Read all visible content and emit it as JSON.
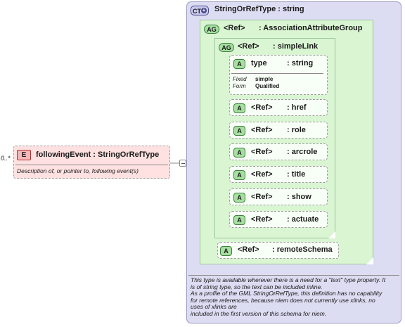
{
  "complex_type": {
    "badge": "CT",
    "name": "StringOrRefType",
    "type_sep": " : ",
    "type": "string"
  },
  "element": {
    "badge": "E",
    "cardinality": "0..*",
    "name": "followingEvent",
    "type_sep": " : ",
    "type": "StringOrRefType",
    "documentation": "Description of, or pointer to, following event(s)"
  },
  "attribute_group_outer": {
    "badge": "AG",
    "ref": "<Ref>",
    "name": ": AssociationAttributeGroup"
  },
  "attribute_group_inner": {
    "badge": "AG",
    "ref": "<Ref>",
    "name": ": simpleLink"
  },
  "type_attribute": {
    "badge": "A",
    "name": "type",
    "type": ": string",
    "fixed_label": "Fixed",
    "fixed_value": "simple",
    "form_label": "Form",
    "form_value": "Qualified"
  },
  "ref_attributes": [
    {
      "badge": "A",
      "ref": "<Ref>",
      "name": ": href"
    },
    {
      "badge": "A",
      "ref": "<Ref>",
      "name": ": role"
    },
    {
      "badge": "A",
      "ref": "<Ref>",
      "name": ": arcrole"
    },
    {
      "badge": "A",
      "ref": "<Ref>",
      "name": ": title"
    },
    {
      "badge": "A",
      "ref": "<Ref>",
      "name": ": show"
    },
    {
      "badge": "A",
      "ref": "<Ref>",
      "name": ": actuate"
    }
  ],
  "remote_schema": {
    "badge": "A",
    "ref": "<Ref>",
    "name": ": remoteSchema"
  },
  "ct_documentation": [
    "This type is available wherever there is a need for a \"text\" type property. It",
    "is of string type, so the text can be included inline.",
    "As a profile of the GML StringOrRefType, this definition has no capability",
    "for remote references, because niem does not currently use xlinks, no",
    "uses of xlinks are",
    "included in the first version of this schema for niem."
  ],
  "colors": {
    "complex_type_bg": "#dcdcf2",
    "attribute_group_bg": "#d9f5d2",
    "attribute_badge": "#a6dfa0",
    "element_bg": "#ffe1e1",
    "element_badge": "#f5b8b8"
  }
}
